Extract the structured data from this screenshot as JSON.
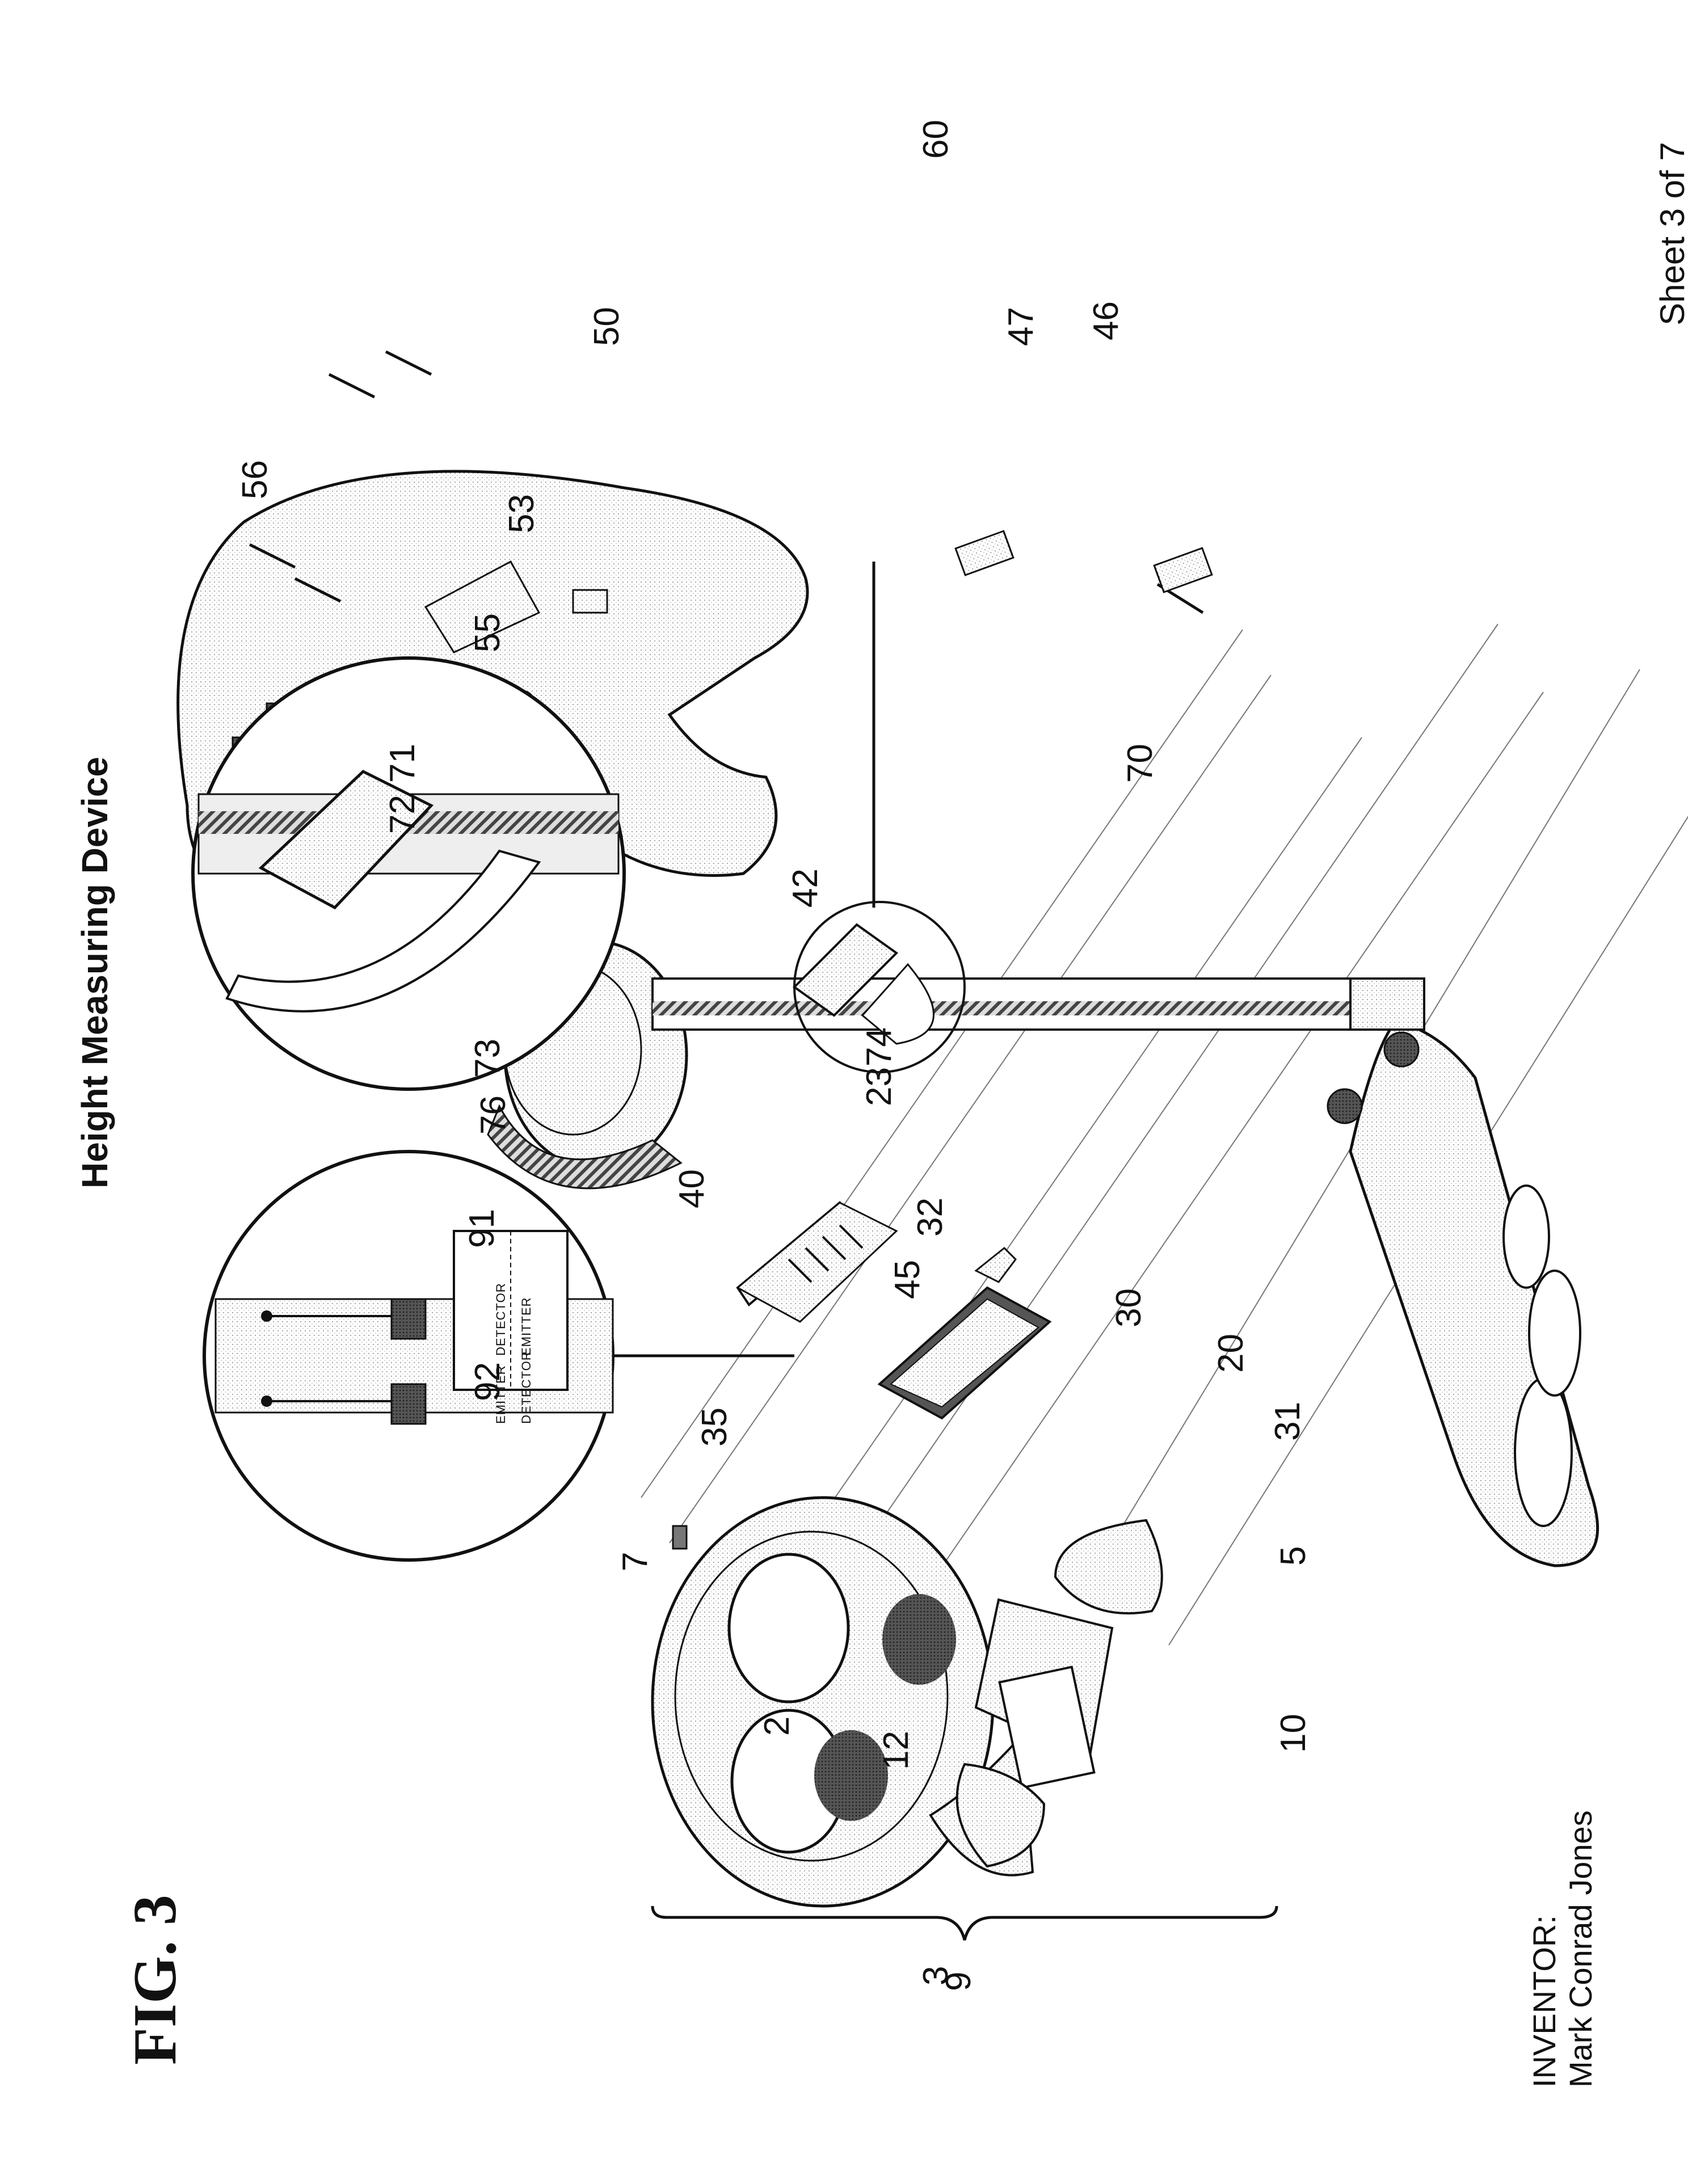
{
  "figure_label": "FIG. 3",
  "title": "Height Measuring Device",
  "sheet": "Sheet 3 of 7",
  "inventor": {
    "heading": "INVENTOR:",
    "name": "Mark Conrad Jones"
  },
  "sensor_boxes": [
    {
      "top": "DETECTOR",
      "bottom": "EMITTER"
    },
    {
      "top": "EMITTER",
      "bottom": "DETECTOR"
    }
  ],
  "reference_numerals": [
    "2",
    "3",
    "5",
    "7",
    "9",
    "10",
    "12",
    "20",
    "23",
    "30",
    "31",
    "32",
    "35",
    "40",
    "42",
    "45",
    "46",
    "47",
    "50",
    "53",
    "55",
    "56",
    "60",
    "70",
    "71",
    "72",
    "73",
    "74",
    "76",
    "91",
    "92"
  ]
}
